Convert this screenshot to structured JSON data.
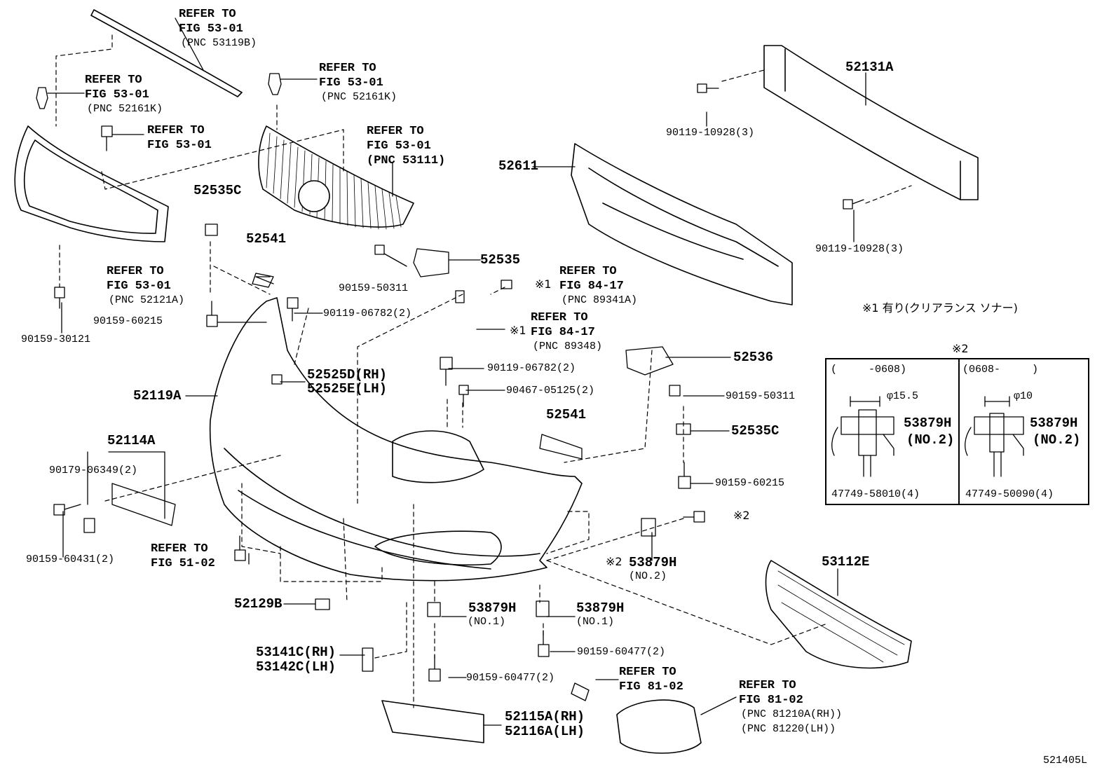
{
  "colors": {
    "line": "#000000",
    "background": "#ffffff"
  },
  "refs": {
    "r1": [
      "REFER TO",
      "FIG 53-01",
      "(PNC 53119B)"
    ],
    "r2": [
      "REFER TO",
      "FIG 53-01",
      "(PNC 52161K)"
    ],
    "r3": [
      "REFER TO",
      "FIG 53-01"
    ],
    "r4": [
      "REFER TO",
      "FIG 53-01",
      "(PNC 52161K)"
    ],
    "r5": [
      "REFER TO",
      "FIG 53-01",
      "(PNC 53111)"
    ],
    "r6": [
      "REFER TO",
      "FIG 53-01",
      "(PNC 52121A)"
    ],
    "r7": [
      "REFER TO",
      "FIG 84-17",
      "(PNC 89341A)"
    ],
    "r8": [
      "REFER TO",
      "FIG 84-17",
      "(PNC 89348)"
    ],
    "r9": [
      "REFER TO",
      "FIG 51-02"
    ],
    "r10": [
      "REFER TO",
      "FIG 81-02"
    ],
    "r11": [
      "REFER TO",
      "FIG 81-02",
      "(PNC 81210A(RH))",
      "(PNC 81220(LH))"
    ]
  },
  "parts": {
    "p52131A": "52131A",
    "p90119_10928_top": "90119-10928(3)",
    "p90119_10928_bot": "90119-10928(3)",
    "p52611": "52611",
    "p52535C_a": "52535C",
    "p52541_a": "52541",
    "p52535": "52535",
    "p90159_50311_a": "90159-50311",
    "p90159_30121": "90159-30121",
    "p90159_60215_a": "90159-60215",
    "p90119_06782_a": "90119-06782(2)",
    "p52525D": "52525D(RH)",
    "p52525E": "52525E(LH)",
    "p52119A": "52119A",
    "p90119_06782_b": "90119-06782(2)",
    "p90467_05125": "90467-05125(2)",
    "p52536": "52536",
    "p90159_50311_b": "90159-50311",
    "p52541_b": "52541",
    "p52535C_b": "52535C",
    "p90159_60215_b": "90159-60215",
    "p52114A": "52114A",
    "p90179_06349": "90179-06349(2)",
    "p90159_60431": "90159-60431(2)",
    "p52129B": "52129B",
    "p53879H_no1_a": "53879H",
    "p53879H_no1_b": "53879H",
    "no1_a": "(NO.1)",
    "no1_b": "(NO.1)",
    "p90159_60477_a": "90159-60477(2)",
    "p90159_60477_b": "90159-60477(2)",
    "p53141C": "53141C(RH)",
    "p53142C": "53142C(LH)",
    "p52115A": "52115A(RH)",
    "p52116A": "52116A(LH)",
    "p53879H_no2": "53879H",
    "no2": "(NO.2)",
    "p53112E": "53112E"
  },
  "marks": {
    "x1_a": "※1",
    "x1_b": "※1",
    "x2_a": "※2",
    "x2_b": "※2",
    "note1": "※1 有り(クリアランス ソナー)",
    "inset_title": "※2"
  },
  "inset": {
    "left_header": "(     -0608)",
    "right_header": "(0608-     )",
    "left_dim": "φ15.5",
    "right_dim": "φ10",
    "left_part": "53879H",
    "left_part_no": "(NO.2)",
    "right_part": "53879H",
    "right_part_no": "(NO.2)",
    "left_clip": "47749-58010(4)",
    "right_clip": "47749-50090(4)"
  },
  "footer_code": "521405L"
}
